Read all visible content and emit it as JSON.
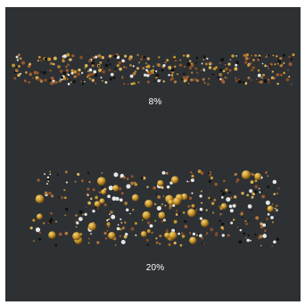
{
  "labels": {
    "top": "8%",
    "bottom": "20%"
  },
  "colors": {
    "background": "#2e3134",
    "label_text": "#ffffff",
    "gold": "#c8962c",
    "gold_highlight": "#f4d67a",
    "copper": "#a05a2c",
    "silver": "#e6e6e6",
    "black": "#111111"
  },
  "samples": [
    {
      "name": "band-top",
      "percent_label": "8%",
      "density": 0.08
    },
    {
      "name": "band-bottom",
      "percent_label": "20%",
      "density": 0.2
    }
  ]
}
